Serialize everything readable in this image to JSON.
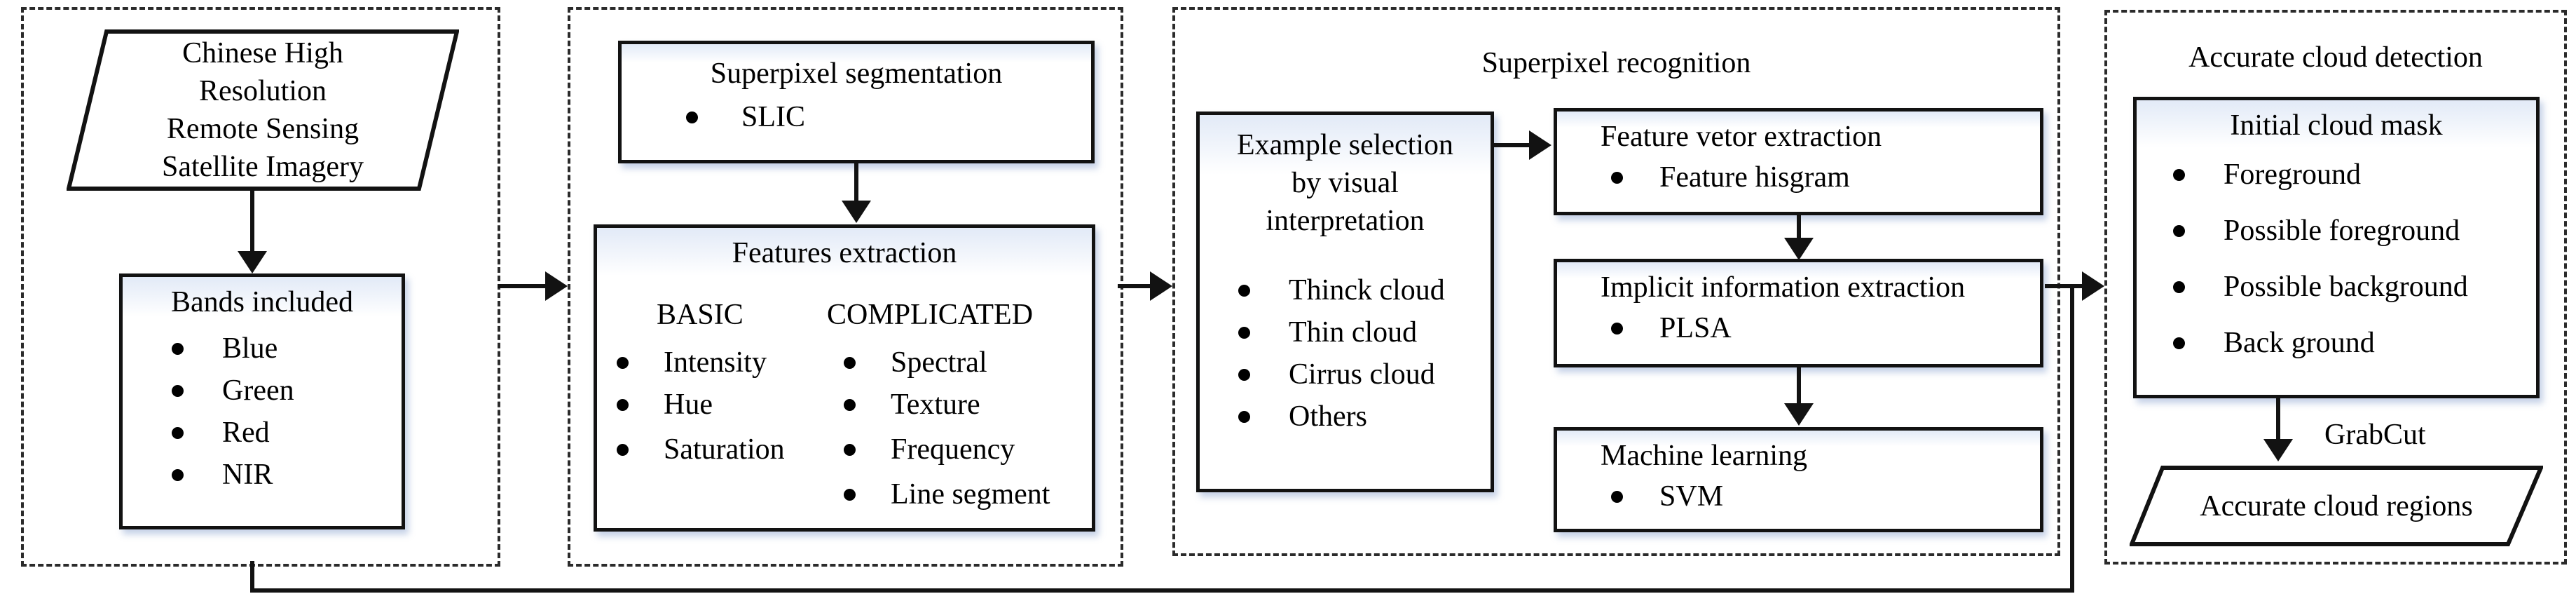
{
  "figure": {
    "colors": {
      "line": "#121212",
      "text": "#000000",
      "shadow": "#c7d4ea"
    },
    "s1": {
      "input_lines": [
        "Chinese High",
        "Resolution",
        "Remote Sensing",
        "Satellite Imagery"
      ],
      "bands": {
        "title": "Bands included",
        "items": [
          "Blue",
          "Green",
          "Red",
          "NIR"
        ]
      }
    },
    "s2": {
      "segmentation": {
        "title": "Superpixel segmentation",
        "items": [
          "SLIC"
        ]
      },
      "features": {
        "title": "Features extraction",
        "basic": {
          "header": "BASIC",
          "items": [
            "Intensity",
            "Hue",
            "Saturation"
          ]
        },
        "complicated": {
          "header": "COMPLICATED",
          "items": [
            "Spectral",
            "Texture",
            "Frequency",
            "Line segment"
          ]
        }
      }
    },
    "s3": {
      "title": "Superpixel recognition",
      "example": {
        "lines": [
          "Example selection",
          "by visual",
          "interpretation"
        ],
        "items": [
          "Thinck cloud",
          "Thin cloud",
          "Cirrus cloud",
          "Others"
        ]
      },
      "feature_vector": {
        "title": "Feature vetor extraction",
        "items": [
          "Feature hisgram"
        ]
      },
      "implicit": {
        "title": "Implicit information extraction",
        "items": [
          "PLSA"
        ]
      },
      "ml": {
        "title": "Machine learning",
        "items": [
          "SVM"
        ]
      }
    },
    "s4": {
      "title": "Accurate cloud detection",
      "mask": {
        "title": "Initial cloud mask",
        "items": [
          "Foreground",
          "Possible foreground",
          "Possible background",
          "Back ground"
        ]
      },
      "arrow_label": "GrabCut",
      "output": "Accurate cloud regions"
    }
  }
}
